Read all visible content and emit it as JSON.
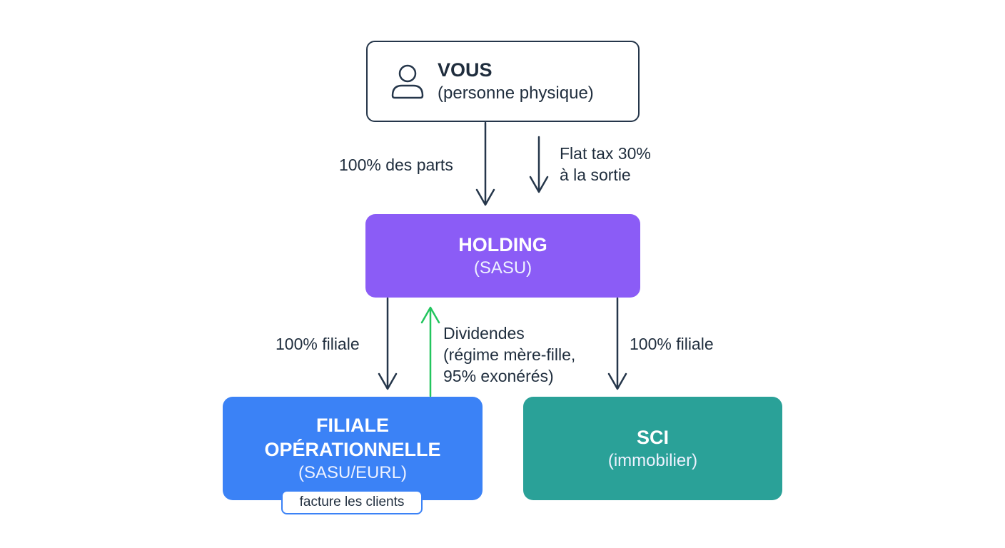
{
  "nodes": {
    "vous": {
      "title": "VOUS",
      "subtitle": "(personne physique)",
      "icon": "person-icon"
    },
    "holding": {
      "title": "HOLDING",
      "subtitle": "(SASU)"
    },
    "filiale": {
      "title_line1": "FILIALE",
      "title_line2": "OPÉRATIONNELLE",
      "subtitle": "(SASU/EURL)",
      "tag": "facture les clients"
    },
    "sci": {
      "title": "SCI",
      "subtitle": "(immobilier)"
    }
  },
  "edges": {
    "parts": {
      "label": "100% des parts"
    },
    "flat_tax": {
      "line1": "Flat tax 30%",
      "line2": "à la sortie"
    },
    "filiale_left": {
      "label": "100% filiale"
    },
    "dividendes": {
      "line1": "Dividendes",
      "line2": "(régime mère-fille,",
      "line3": "95% exonérés)"
    },
    "filiale_right": {
      "label": "100% filiale"
    }
  },
  "colors": {
    "dark": "#25364a",
    "holding": "#8b5cf6",
    "filiale": "#3b82f6",
    "sci": "#2aa198",
    "dividend_arrow": "#22c55e"
  }
}
